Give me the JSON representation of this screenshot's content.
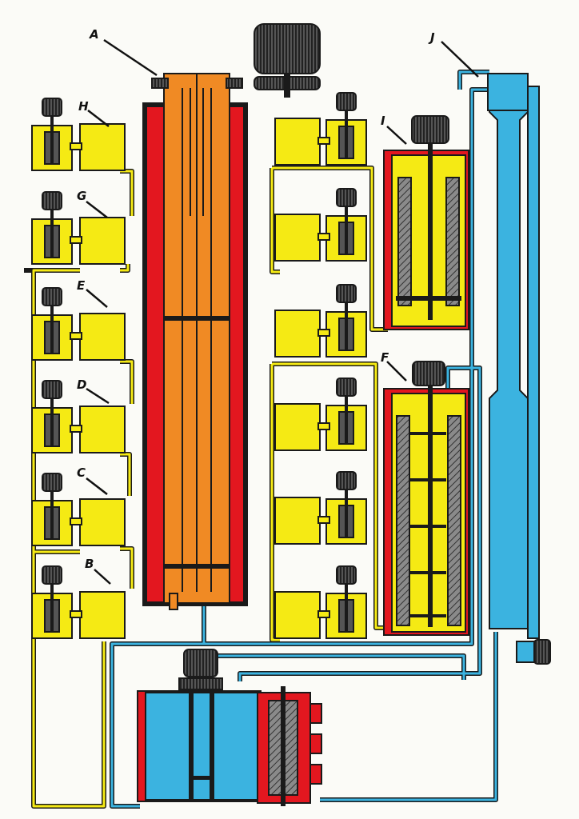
{
  "labels": {
    "a": "A",
    "b": "B",
    "c": "C",
    "d": "D",
    "e": "E",
    "f": "F",
    "g": "G",
    "h": "H",
    "i": "I",
    "j": "J"
  },
  "colors": {
    "yellow": "#f5ea14",
    "orange": "#f08a24",
    "red": "#e3171f",
    "blue": "#3bb3e0",
    "outline": "#1a1a1a"
  }
}
